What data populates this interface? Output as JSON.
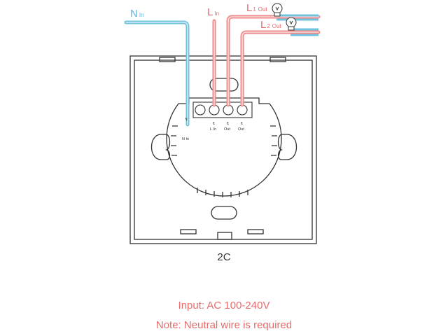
{
  "wires": {
    "neutral": {
      "label": "N",
      "sub": "In"
    },
    "live": {
      "label": "L",
      "sub": "In"
    },
    "out1": {
      "label": "L",
      "num": "1",
      "sub": "Out"
    },
    "out2": {
      "label": "L",
      "num": "2",
      "sub": "Out"
    }
  },
  "terminals": {
    "n_in": "N In",
    "l_in": "L In",
    "out1": "Out",
    "out2": "Out"
  },
  "model": "2C",
  "notes": {
    "input": "Input: AC 100-240V",
    "neutral": "Note: Neutral wire is required"
  },
  "colors": {
    "neutral_wire": "#6fc3dd",
    "live_wire": "#f08a8a",
    "note_text": "#e86b6b",
    "label_blue": "#5ab4d6",
    "outline": "#333333"
  }
}
